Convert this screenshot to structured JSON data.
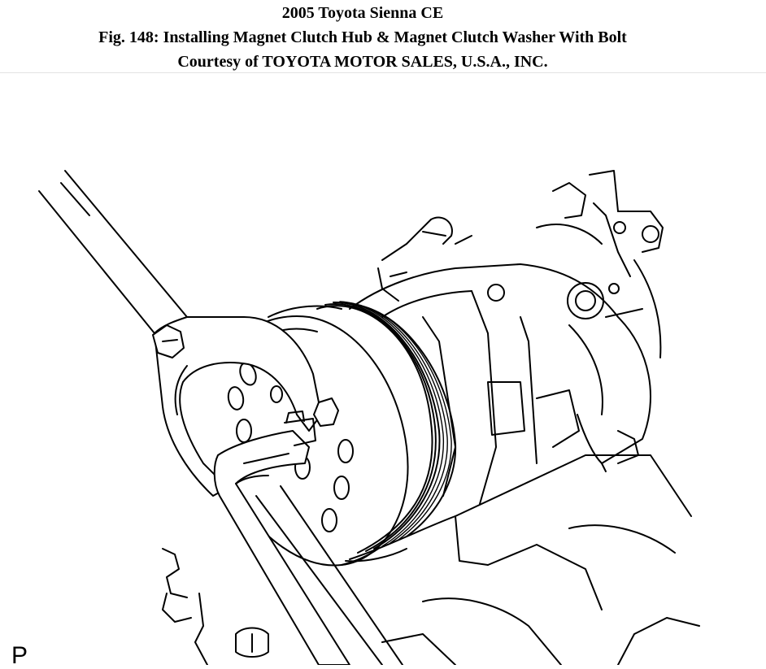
{
  "header": {
    "vehicle": "2005 Toyota Sienna CE",
    "figure_title": "Fig. 148: Installing Magnet Clutch Hub & Magnet Clutch Washer With Bolt",
    "credit": "Courtesy of TOYOTA MOTOR SALES, U.S.A., INC."
  },
  "illustration": {
    "corner_label": "P"
  }
}
